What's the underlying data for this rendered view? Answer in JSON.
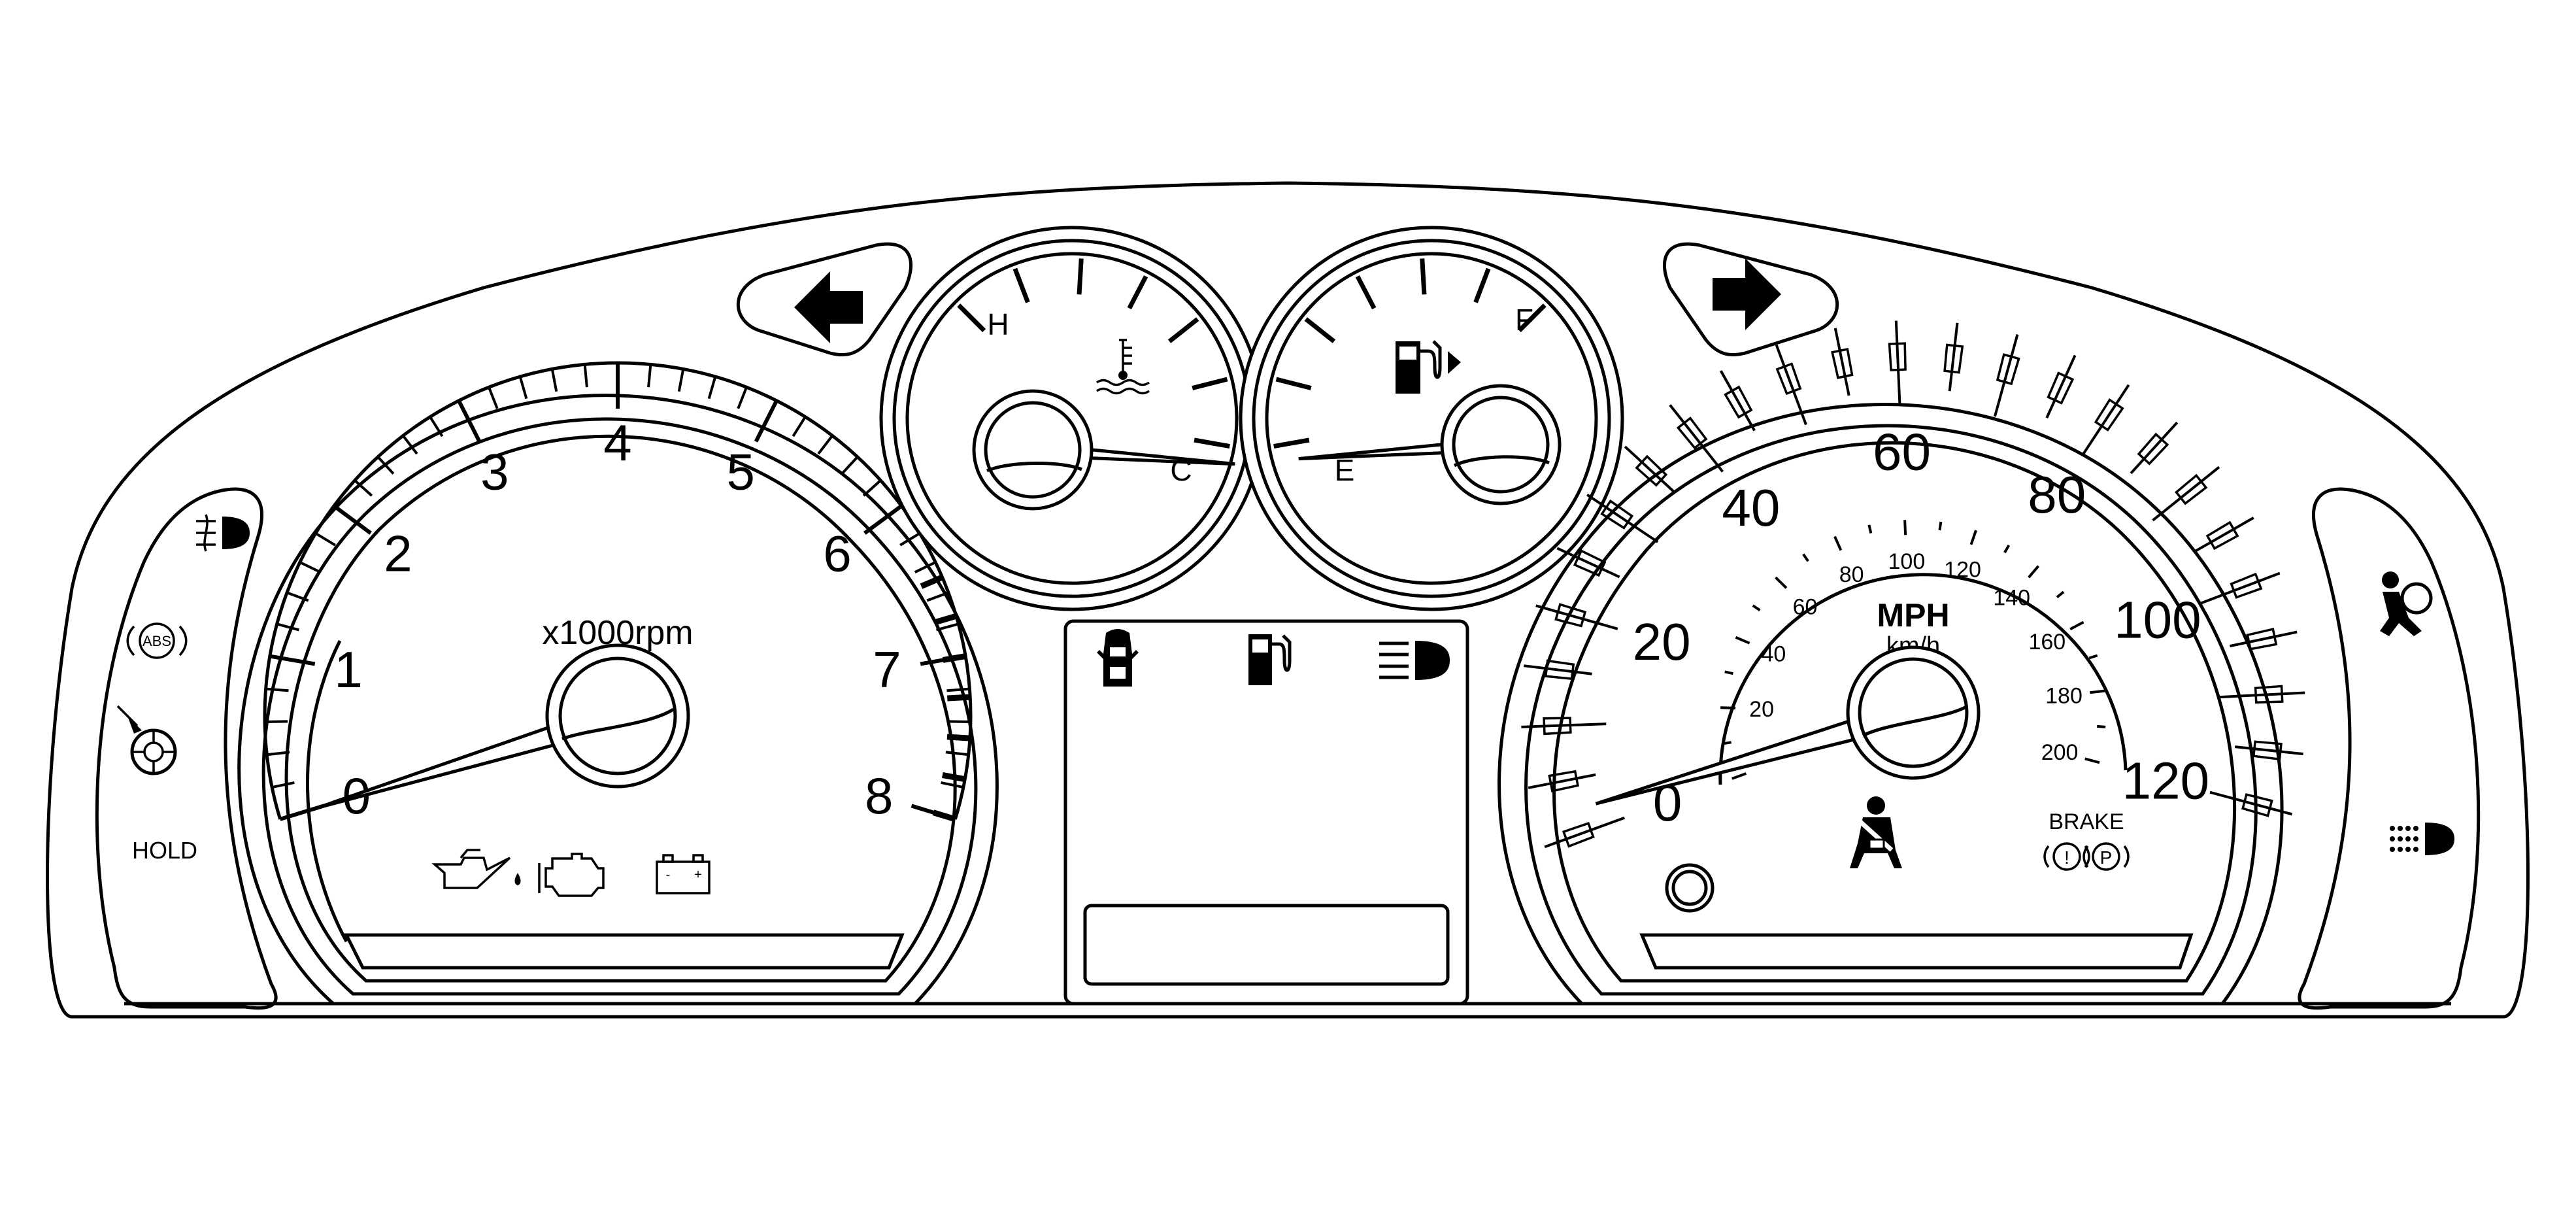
{
  "tachometer": {
    "scale_labels": [
      "0",
      "1",
      "2",
      "3",
      "4",
      "5",
      "6",
      "7",
      "8"
    ],
    "unit": "x1000rpm",
    "reading": 0
  },
  "temperature_gauge": {
    "hot_label": "H",
    "cold_label": "C",
    "reading_fraction": 0.0
  },
  "fuel_gauge": {
    "empty_label": "E",
    "full_label": "F",
    "reading_fraction": 0.0
  },
  "speedometer": {
    "mph_labels": [
      "0",
      "20",
      "40",
      "60",
      "80",
      "100",
      "120"
    ],
    "kmh_labels": [
      "20",
      "40",
      "60",
      "80",
      "100",
      "120",
      "140",
      "160",
      "180",
      "200"
    ],
    "unit_primary": "MPH",
    "unit_secondary": "km/h",
    "reading": 0
  },
  "brake_label": "BRAKE",
  "abs_label": "ABS",
  "hold_label": "HOLD",
  "icons": [
    "left-turn-arrow-icon",
    "right-turn-arrow-icon",
    "front-fog-lamp-icon",
    "abs-icon",
    "hold-icon",
    "oil-pressure-icon",
    "check-engine-icon",
    "battery-icon",
    "door-ajar-icon",
    "low-fuel-icon",
    "high-beam-icon",
    "airbag-icon",
    "rear-fog-lamp-icon",
    "seatbelt-icon",
    "brake-icon",
    "coolant-temperature-icon",
    "fuel-pump-icon"
  ]
}
